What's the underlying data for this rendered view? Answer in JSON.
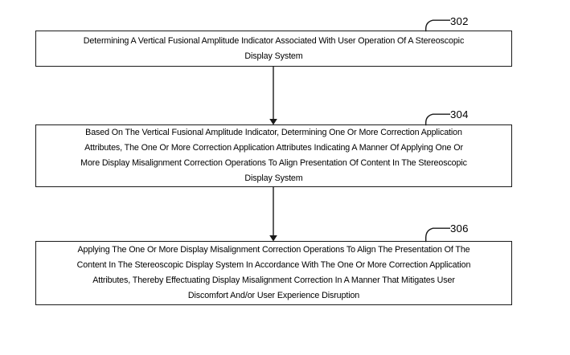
{
  "figure": {
    "type": "patent-flowchart",
    "background_color": "#ffffff",
    "line_color": "#1a1a1a",
    "text_color": "#000000"
  },
  "steps": [
    {
      "ref": "302",
      "text": "Determining A Vertical Fusional Amplitude Indicator Associated With User Operation Of A Stereoscopic\nDisplay System"
    },
    {
      "ref": "304",
      "text": "Based On The Vertical Fusional Amplitude Indicator, Determining One Or More Correction Application\nAttributes, The One Or More Correction Application Attributes Indicating A Manner Of Applying One Or\nMore Display Misalignment Correction Operations To Align Presentation Of Content In The Stereoscopic\nDisplay System"
    },
    {
      "ref": "306",
      "text": "Applying The One Or More Display Misalignment Correction Operations To Align The Presentation Of The\nContent In The Stereoscopic Display System In Accordance With The One Or More Correction Application\nAttributes, Thereby Effectuating Display Misalignment Correction In A Manner That Mitigates User\nDiscomfort And/or User Experience Disruption"
    }
  ],
  "connectors": [
    {
      "from": "302",
      "to": "304",
      "style": "arrow-down"
    },
    {
      "from": "304",
      "to": "306",
      "style": "arrow-down"
    }
  ]
}
